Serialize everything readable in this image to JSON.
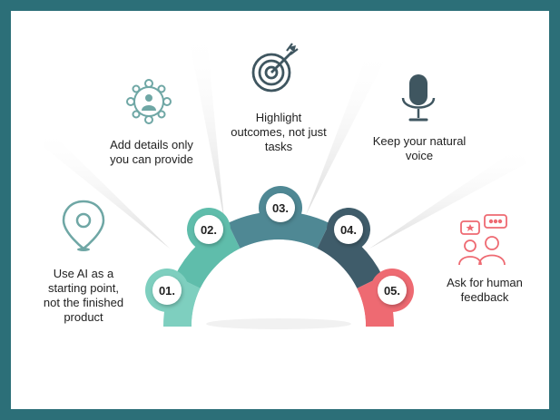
{
  "steps": [
    {
      "number": "01.",
      "text": "Use AI as a\nstarting point,\nnot the finished\nproduct",
      "color": "#7ecfbf",
      "icon": "location-pin-icon"
    },
    {
      "number": "02.",
      "text": "Add details only\nyou can provide",
      "color": "#5fbdab",
      "icon": "network-person-icon"
    },
    {
      "number": "03.",
      "text": "Highlight\noutcomes, not just\ntasks",
      "color": "#4f8894",
      "icon": "target-icon"
    },
    {
      "number": "04.",
      "text": "Keep your natural\nvoice",
      "color": "#3f5c6a",
      "icon": "microphone-icon"
    },
    {
      "number": "05.",
      "text": "Ask for human\nfeedback",
      "color": "#ee6a72",
      "icon": "feedback-chat-icon"
    }
  ],
  "colors": {
    "frame": "#2c6f78",
    "icon_teal": "#6fa7a5",
    "icon_dark": "#3f5660",
    "icon_red": "#ee6a72"
  }
}
